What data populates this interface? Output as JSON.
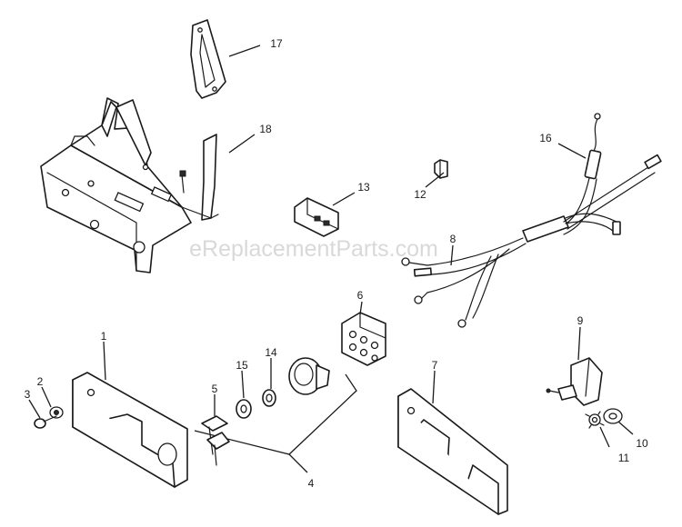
{
  "watermark": "eReplacementParts.com",
  "callouts": {
    "c1": "1",
    "c2": "2",
    "c3": "3",
    "c4": "4",
    "c5": "5",
    "c6": "6",
    "c7": "7",
    "c8": "8",
    "c9": "9",
    "c10": "10",
    "c11": "11",
    "c12": "12",
    "c13": "13",
    "c14": "14",
    "c15": "15",
    "c16": "16",
    "c17": "17",
    "c18": "18"
  }
}
